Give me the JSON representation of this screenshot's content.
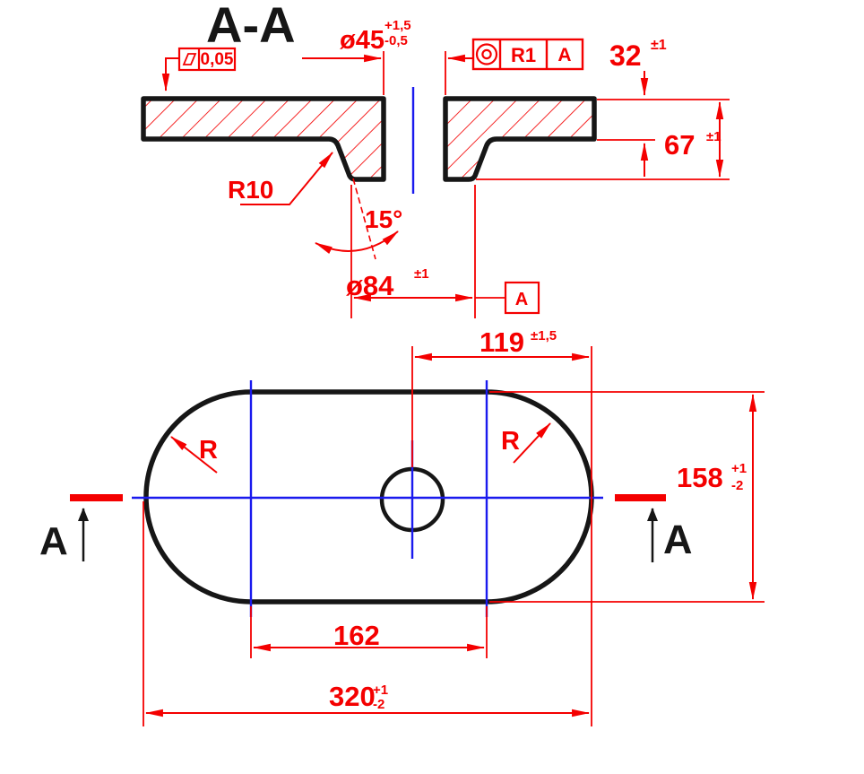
{
  "colors": {
    "dimension_red": "#f40000",
    "outline_black": "#161616",
    "centerline_blue": "#1a1aee",
    "background": "#ffffff"
  },
  "section": {
    "title": "A-A",
    "flatness": "0,05",
    "hole_dia": "ø45",
    "hole_tol_up": "+1,5",
    "hole_tol_dn": "-0,5",
    "concentricity_tol": "R1",
    "concentricity_datum": "A",
    "thickness": "32",
    "thickness_tol": "±1",
    "height": "67",
    "height_tol": "±1",
    "fillet": "R10",
    "angle": "15°",
    "boss_dia": "ø84",
    "boss_tol": "±1",
    "datum": "A"
  },
  "plan": {
    "half_len": "119",
    "half_len_tol": "±1,5",
    "r_left": "R",
    "r_right": "R",
    "height": "158",
    "height_tol_up": "+1",
    "height_tol_dn": "-2",
    "flat": "162",
    "length": "320",
    "length_tol_up": "+1",
    "length_tol_dn": "-2",
    "cut_left": "A",
    "cut_right": "A"
  }
}
